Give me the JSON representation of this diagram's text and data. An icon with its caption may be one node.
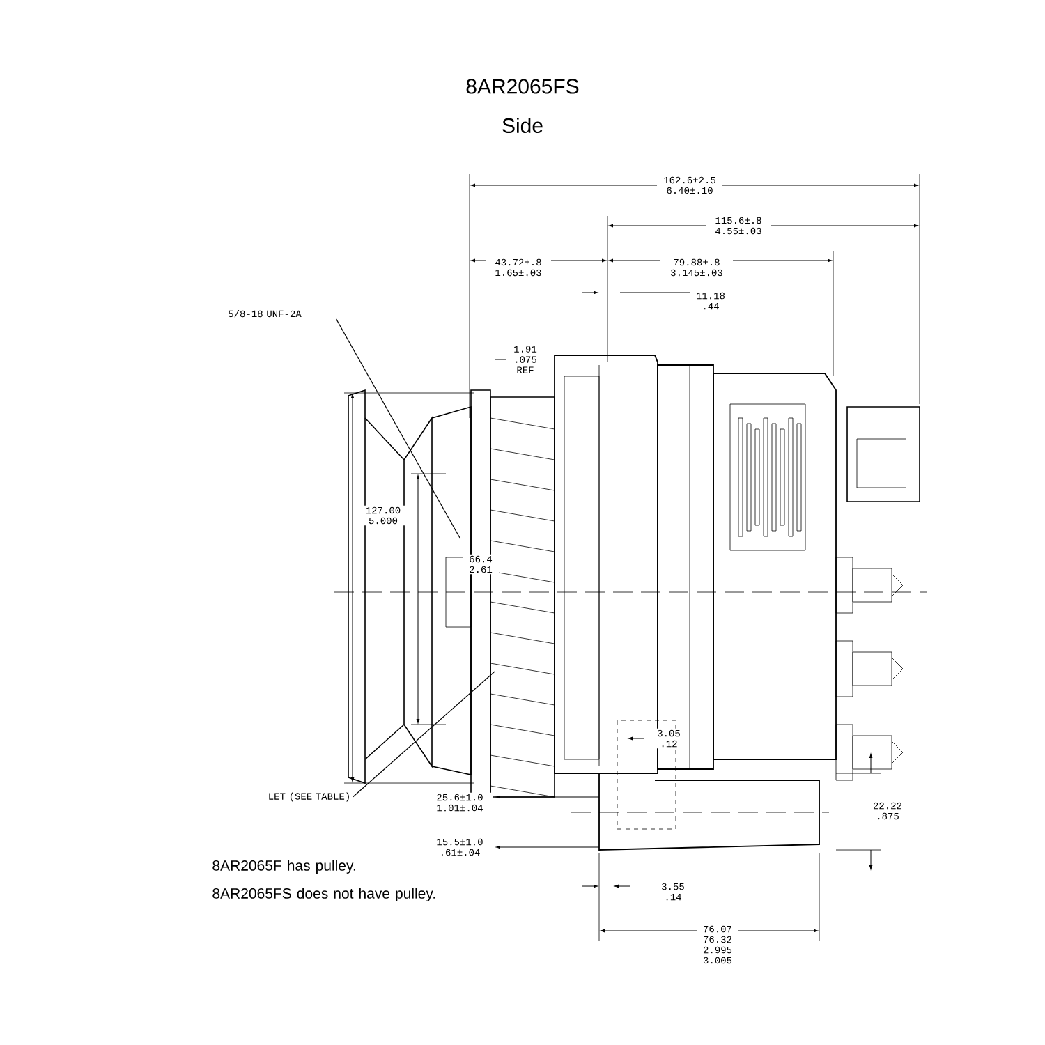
{
  "diagram": {
    "title": "8AR2065FS",
    "nodes": [
      {
        "text": [
          "5/8-18 UNF-2A"
        ]
      },
      {
        "text": [
          "LET (SEE TABLE)"
        ]
      }
    ],
    "edges": [
      {
        "from": 0,
        "to": null,
        "arrow": "none"
      },
      {
        "from": 1,
        "to": null,
        "arrow": "none"
      }
    ],
    "labels": [
      "Side",
      "162.6±2.5 6.40±.10",
      "115.6±.8 4.55±.03",
      "43.72±.8 1.65±.03",
      "79.88±.8 3.145±.03",
      "11.18 .44",
      "1.91 .075 REF",
      "127.00 5.000",
      "66.4 2.61",
      "3.05 .12",
      "25.6±1.0 1.01±.04",
      "15.5±1.0 .61±.04",
      "22.22 .875",
      "3.55 .14",
      "76.07 76.32 2.995 3.005",
      "8AR2065F has pulley.",
      "8AR2065FS does not have pulley."
    ]
  }
}
